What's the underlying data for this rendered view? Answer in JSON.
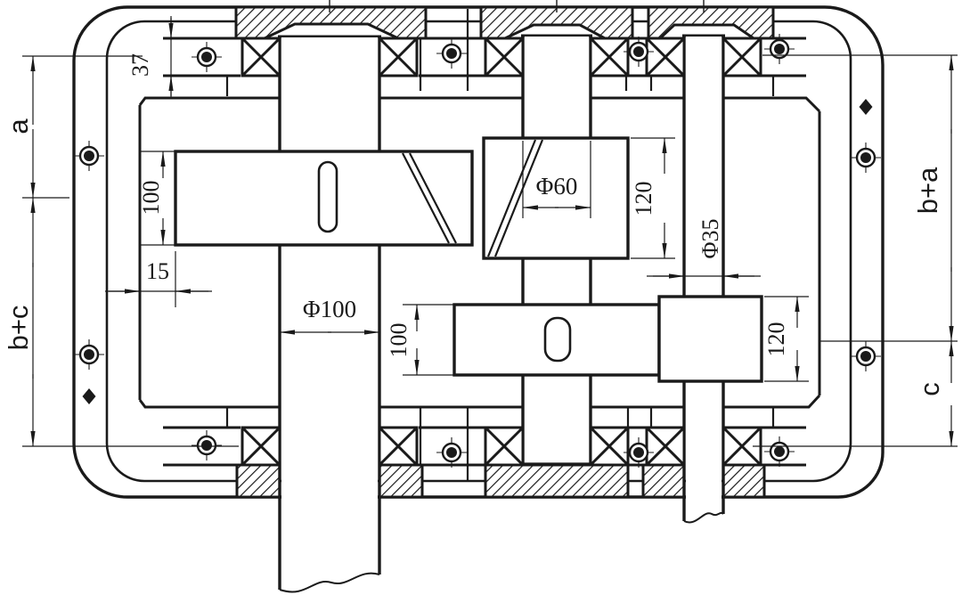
{
  "dimensions": {
    "bearing_width": "37",
    "distance_a": "a",
    "distance_b_plus_c": "b+c",
    "gear1_face_width": "100",
    "wall_clearance": "15",
    "shaft1_diameter": "Φ100",
    "shaft2_diameter": "Φ60",
    "gear2_face_width": "120",
    "gear3_face_width": "100",
    "shaft3_diameter": "Φ35",
    "gear4_face_width": "120",
    "distance_b_plus_a": "b+a",
    "distance_c": "c"
  }
}
